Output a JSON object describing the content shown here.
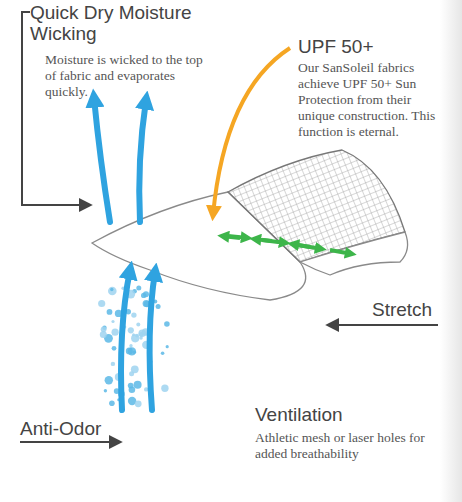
{
  "diagram": {
    "labels": [
      "Quick Dry Moisture Wicking",
      "Moisture is wicked to the top of fabric and evaporates quickly.",
      "UPF 50+",
      "Our SanSoleil fabrics achieve UPF 50+ Sun Protection from their unique construction. This function is eternal.",
      "Stretch",
      "Anti-Odor",
      "Ventilation",
      "Athletic mesh or laser holes for added breathability"
    ]
  }
}
